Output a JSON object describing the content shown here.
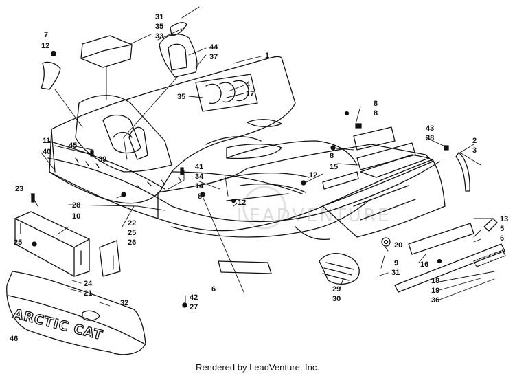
{
  "diagram": {
    "parts": [
      {
        "ref": "1"
      },
      {
        "ref": "2"
      },
      {
        "ref": "3"
      },
      {
        "ref": "4"
      },
      {
        "ref": "5"
      },
      {
        "ref": "6"
      },
      {
        "ref": "6"
      },
      {
        "ref": "7"
      },
      {
        "ref": "8"
      },
      {
        "ref": "8"
      },
      {
        "ref": "8"
      },
      {
        "ref": "8"
      },
      {
        "ref": "9"
      },
      {
        "ref": "10"
      },
      {
        "ref": "11"
      },
      {
        "ref": "12"
      },
      {
        "ref": "12"
      },
      {
        "ref": "12"
      },
      {
        "ref": "13"
      },
      {
        "ref": "14"
      },
      {
        "ref": "15"
      },
      {
        "ref": "16"
      },
      {
        "ref": "17"
      },
      {
        "ref": "18"
      },
      {
        "ref": "19"
      },
      {
        "ref": "20"
      },
      {
        "ref": "21"
      },
      {
        "ref": "22"
      },
      {
        "ref": "23"
      },
      {
        "ref": "24"
      },
      {
        "ref": "25"
      },
      {
        "ref": "25"
      },
      {
        "ref": "26"
      },
      {
        "ref": "27"
      },
      {
        "ref": "28"
      },
      {
        "ref": "29"
      },
      {
        "ref": "30"
      },
      {
        "ref": "31"
      },
      {
        "ref": "31"
      },
      {
        "ref": "32"
      },
      {
        "ref": "33"
      },
      {
        "ref": "34"
      },
      {
        "ref": "35"
      },
      {
        "ref": "35"
      },
      {
        "ref": "36"
      },
      {
        "ref": "37"
      },
      {
        "ref": "38"
      },
      {
        "ref": "39"
      },
      {
        "ref": "40"
      },
      {
        "ref": "41"
      },
      {
        "ref": "42"
      },
      {
        "ref": "43"
      },
      {
        "ref": "44"
      },
      {
        "ref": "45"
      },
      {
        "ref": "46"
      }
    ],
    "logo_text": "ARCTIC CAT",
    "watermark": "LEADVENTURE",
    "line_color": "#111111"
  },
  "footer": {
    "text": "Rendered by LeadVenture, Inc."
  }
}
